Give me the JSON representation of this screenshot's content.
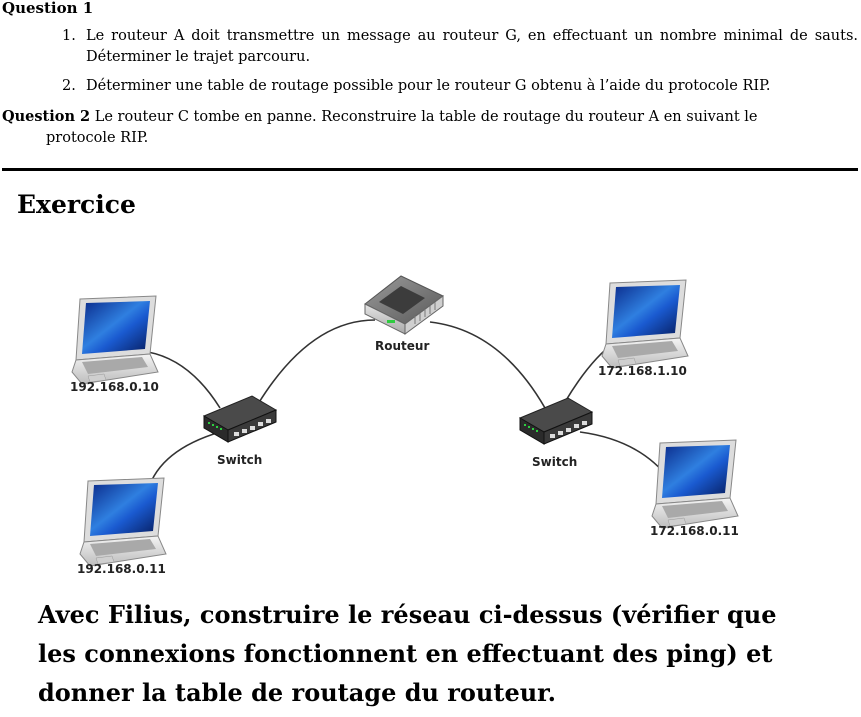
{
  "question1": {
    "title": "Question 1",
    "items": [
      {
        "num": "1.",
        "text": "Le routeur A doit transmettre un message au routeur G, en effectuant un nombre minimal de sauts. Déterminer le trajet parcouru."
      },
      {
        "num": "2.",
        "text": "Déterminer une table de routage possible pour le routeur G obtenu à l’aide du protocole RIP."
      }
    ]
  },
  "question2": {
    "label": "Question 2",
    "text_line1": "Le routeur C tombe en panne. Reconstruire la table de routage du routeur A en suivant le",
    "text_line2": "protocole RIP."
  },
  "exercise": {
    "heading": "Exercice"
  },
  "network": {
    "router_label": "Routeur",
    "switch_left_label": "Switch",
    "switch_right_label": "Switch",
    "laptops": [
      {
        "ip": "192.168.0.10"
      },
      {
        "ip": "192.168.0.11"
      },
      {
        "ip": "172.168.1.10"
      },
      {
        "ip": "172.168.0.11"
      }
    ]
  },
  "instruction": {
    "lines": [
      "Avec Filius, construire le réseau ci-dessus (vérifier que",
      "les connexions fonctionnent en effectuant des ping) et",
      "donner la table de routage du routeur."
    ]
  }
}
